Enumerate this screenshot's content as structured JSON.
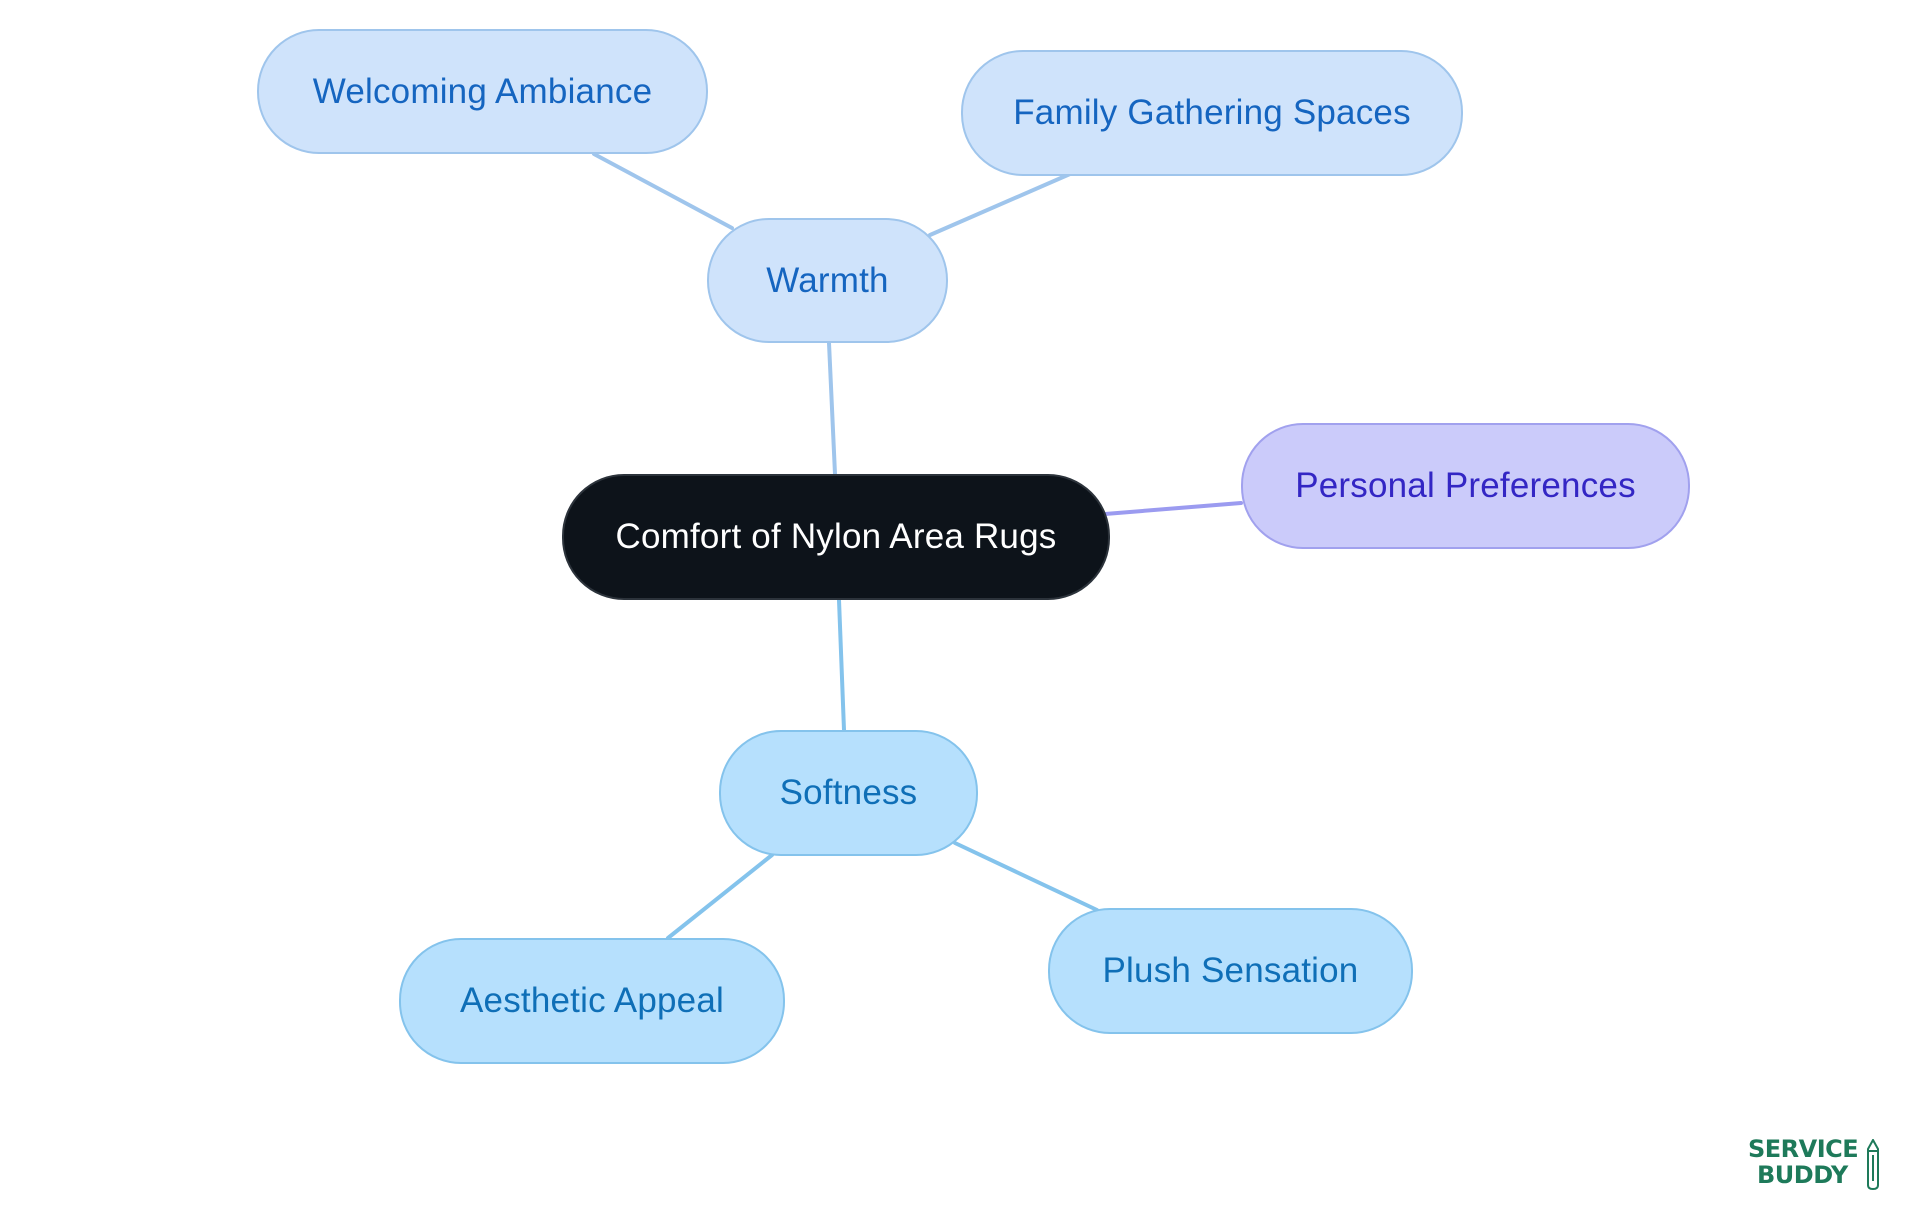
{
  "diagram": {
    "type": "mind-map",
    "root": {
      "id": "root",
      "label": "Comfort of Nylon Area Rugs"
    },
    "nodes": [
      {
        "id": "warmth",
        "label": "Warmth",
        "parent": "root",
        "group": "warmth"
      },
      {
        "id": "welcoming",
        "label": "Welcoming Ambiance",
        "parent": "warmth",
        "group": "warmth"
      },
      {
        "id": "family",
        "label": "Family Gathering Spaces",
        "parent": "warmth",
        "group": "warmth"
      },
      {
        "id": "pref",
        "label": "Personal Preferences",
        "parent": "root",
        "group": "pref"
      },
      {
        "id": "softness",
        "label": "Softness",
        "parent": "root",
        "group": "softness"
      },
      {
        "id": "aesthetic",
        "label": "Aesthetic Appeal",
        "parent": "softness",
        "group": "softness"
      },
      {
        "id": "plush",
        "label": "Plush Sensation",
        "parent": "softness",
        "group": "softness"
      }
    ],
    "colors": {
      "root_fill": "#0d131a",
      "warmth_fill": "#cfe3fb",
      "warmth_edge": "#9fc5ec",
      "softness_fill": "#b6e0fd",
      "softness_edge": "#84c3ec",
      "pref_fill": "#cbcbfa",
      "pref_edge": "#9b9bf0"
    }
  },
  "logo": {
    "line1": "SERVICE",
    "line2": "BUDDY",
    "color": "#1e7a5a"
  }
}
